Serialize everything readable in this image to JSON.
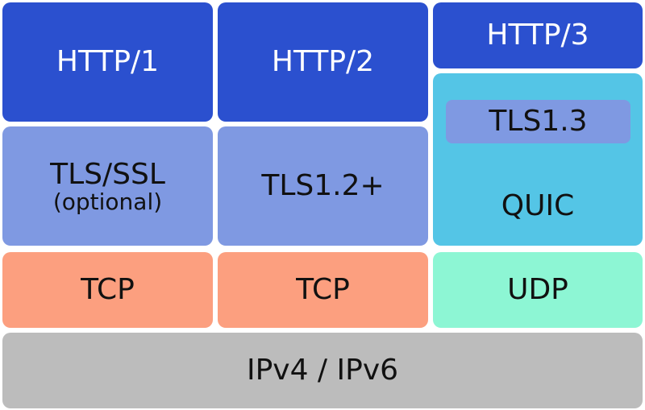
{
  "stacks": {
    "http1": "HTTP/1",
    "http2": "HTTP/2",
    "http3": "HTTP/3",
    "tls_ssl": "TLS/SSL",
    "tls_ssl_note": "(optional)",
    "tls12": "TLS1.2+",
    "tls13": "TLS1.3",
    "quic": "QUIC",
    "tcp_left": "TCP",
    "tcp_middle": "TCP",
    "udp": "UDP",
    "ip": "IPv4 / IPv6"
  },
  "colors": {
    "http": "#2b50cf",
    "tls": "#7f99e2",
    "quic": "#54c5e6",
    "tcp": "#fc9f7f",
    "udp": "#8df6d4",
    "ip": "#bcbcbc"
  }
}
